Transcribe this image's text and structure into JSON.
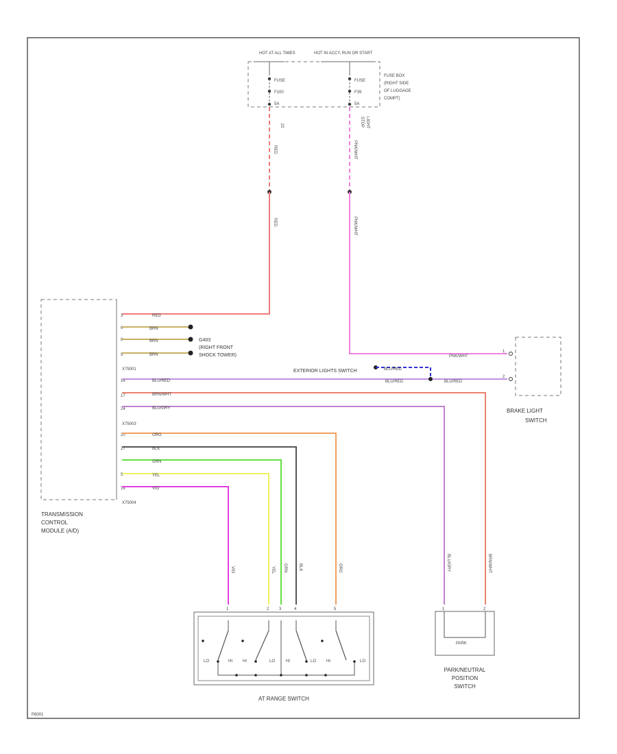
{
  "fuse_box": {
    "hot_at_all_times": "HOT AT ALL TIMES",
    "hot_in_run": "HOT IN ACCY, RUN OR START",
    "fuse_left_lines": [
      "FUSE",
      "F100",
      "5A"
    ],
    "fuse_right_lines": [
      "FUSE",
      "F39",
      "5A"
    ],
    "location_lines": [
      "FUSE BOX",
      "(RIGHT SIDE",
      "OF LUGGAGE",
      "COMPT)"
    ],
    "pin_left": "22",
    "pin_right_lines": [
      "STOP",
      "LIGHT"
    ]
  },
  "wires": {
    "red": "RED",
    "pnk_wht": "PNK/WHT",
    "brn": "BRN",
    "blu_red": "BLU/RED",
    "brn_wht": "BRN/WHT",
    "blu_gry": "BLU/GRY",
    "org": "ORG",
    "blk": "BLK",
    "grn": "GRN",
    "yel": "YEL",
    "vio": "VIO"
  },
  "tcm": {
    "name_lines": [
      "TRANSMISSION",
      "CONTROL",
      "MODULE (A/D)"
    ],
    "connectors": [
      "X75001",
      "X75003",
      "X75004"
    ],
    "pins": [
      "3",
      "6",
      "8",
      "9",
      "14",
      "17",
      "24",
      "20",
      "27",
      "5",
      "18"
    ]
  },
  "ground": {
    "lines": [
      "G403",
      "(RIGHT FRONT",
      "SHOCK TOWER)"
    ]
  },
  "exterior_lights_switch": "EXTERIOR LIGHTS SWITCH",
  "brake_switch": {
    "name_lines": [
      "BRAKE LIGHT",
      "SWITCH"
    ],
    "pins": [
      "1",
      "2"
    ]
  },
  "range_switch": {
    "name": "AT RANGE SWITCH",
    "contact_labels": [
      "LO",
      "HI",
      "HI",
      "LO",
      "HI",
      "LO",
      "HI",
      "LO"
    ],
    "pins": [
      "1",
      "2",
      "3",
      "4",
      "5"
    ]
  },
  "pn_switch": {
    "name_lines": [
      "PARK/NEUTRAL",
      "POSITION",
      "SWITCH"
    ],
    "inner": "PARK",
    "pins": [
      "1",
      "2"
    ]
  },
  "diagram_id": "P8001"
}
